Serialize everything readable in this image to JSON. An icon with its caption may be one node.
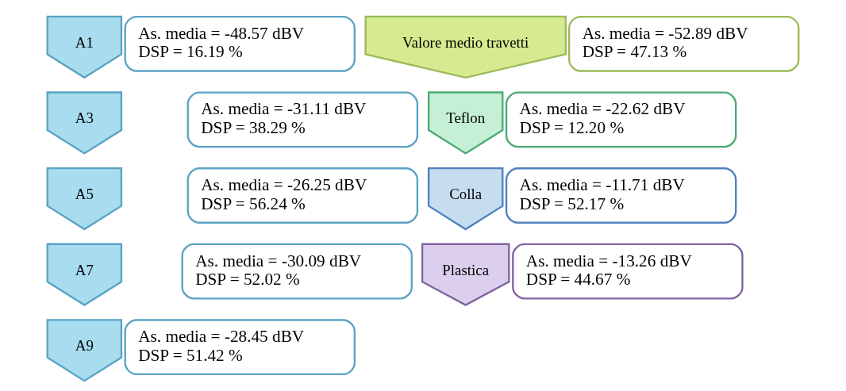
{
  "diagram": {
    "nodes": [
      {
        "text": [
          "A1"
        ]
      },
      {
        "text": [
          "As. media = -48.57 dBV",
          "DSP = 16.19 %"
        ]
      },
      {
        "text": [
          "A3"
        ]
      },
      {
        "text": [
          "As. media = -31.11 dBV",
          "DSP = 38.29 %"
        ]
      },
      {
        "text": [
          "A5"
        ]
      },
      {
        "text": [
          "As. media = -26.25 dBV",
          "DSP = 56.24 %"
        ]
      },
      {
        "text": [
          "A7"
        ]
      },
      {
        "text": [
          "As. media = -30.09 dBV",
          "DSP = 52.02 %"
        ]
      },
      {
        "text": [
          "A9"
        ]
      },
      {
        "text": [
          "As. media = -28.45 dBV",
          "DSP = 51.42 %"
        ]
      },
      {
        "text": [
          "Valore medio travetti"
        ]
      },
      {
        "text": [
          "As. media = -52.89 dBV",
          "DSP = 47.13 %"
        ]
      },
      {
        "text": [
          "Teflon"
        ]
      },
      {
        "text": [
          "As. media = -22.62 dBV",
          "DSP = 12.20 %"
        ]
      },
      {
        "text": [
          "Colla"
        ]
      },
      {
        "text": [
          "As. media = -11.71 dBV",
          "DSP = 52.17 %"
        ]
      },
      {
        "text": [
          "Plastica"
        ]
      },
      {
        "text": [
          "As. media = -13.26 dBV",
          "DSP = 44.67 %"
        ]
      }
    ],
    "edges": []
  }
}
